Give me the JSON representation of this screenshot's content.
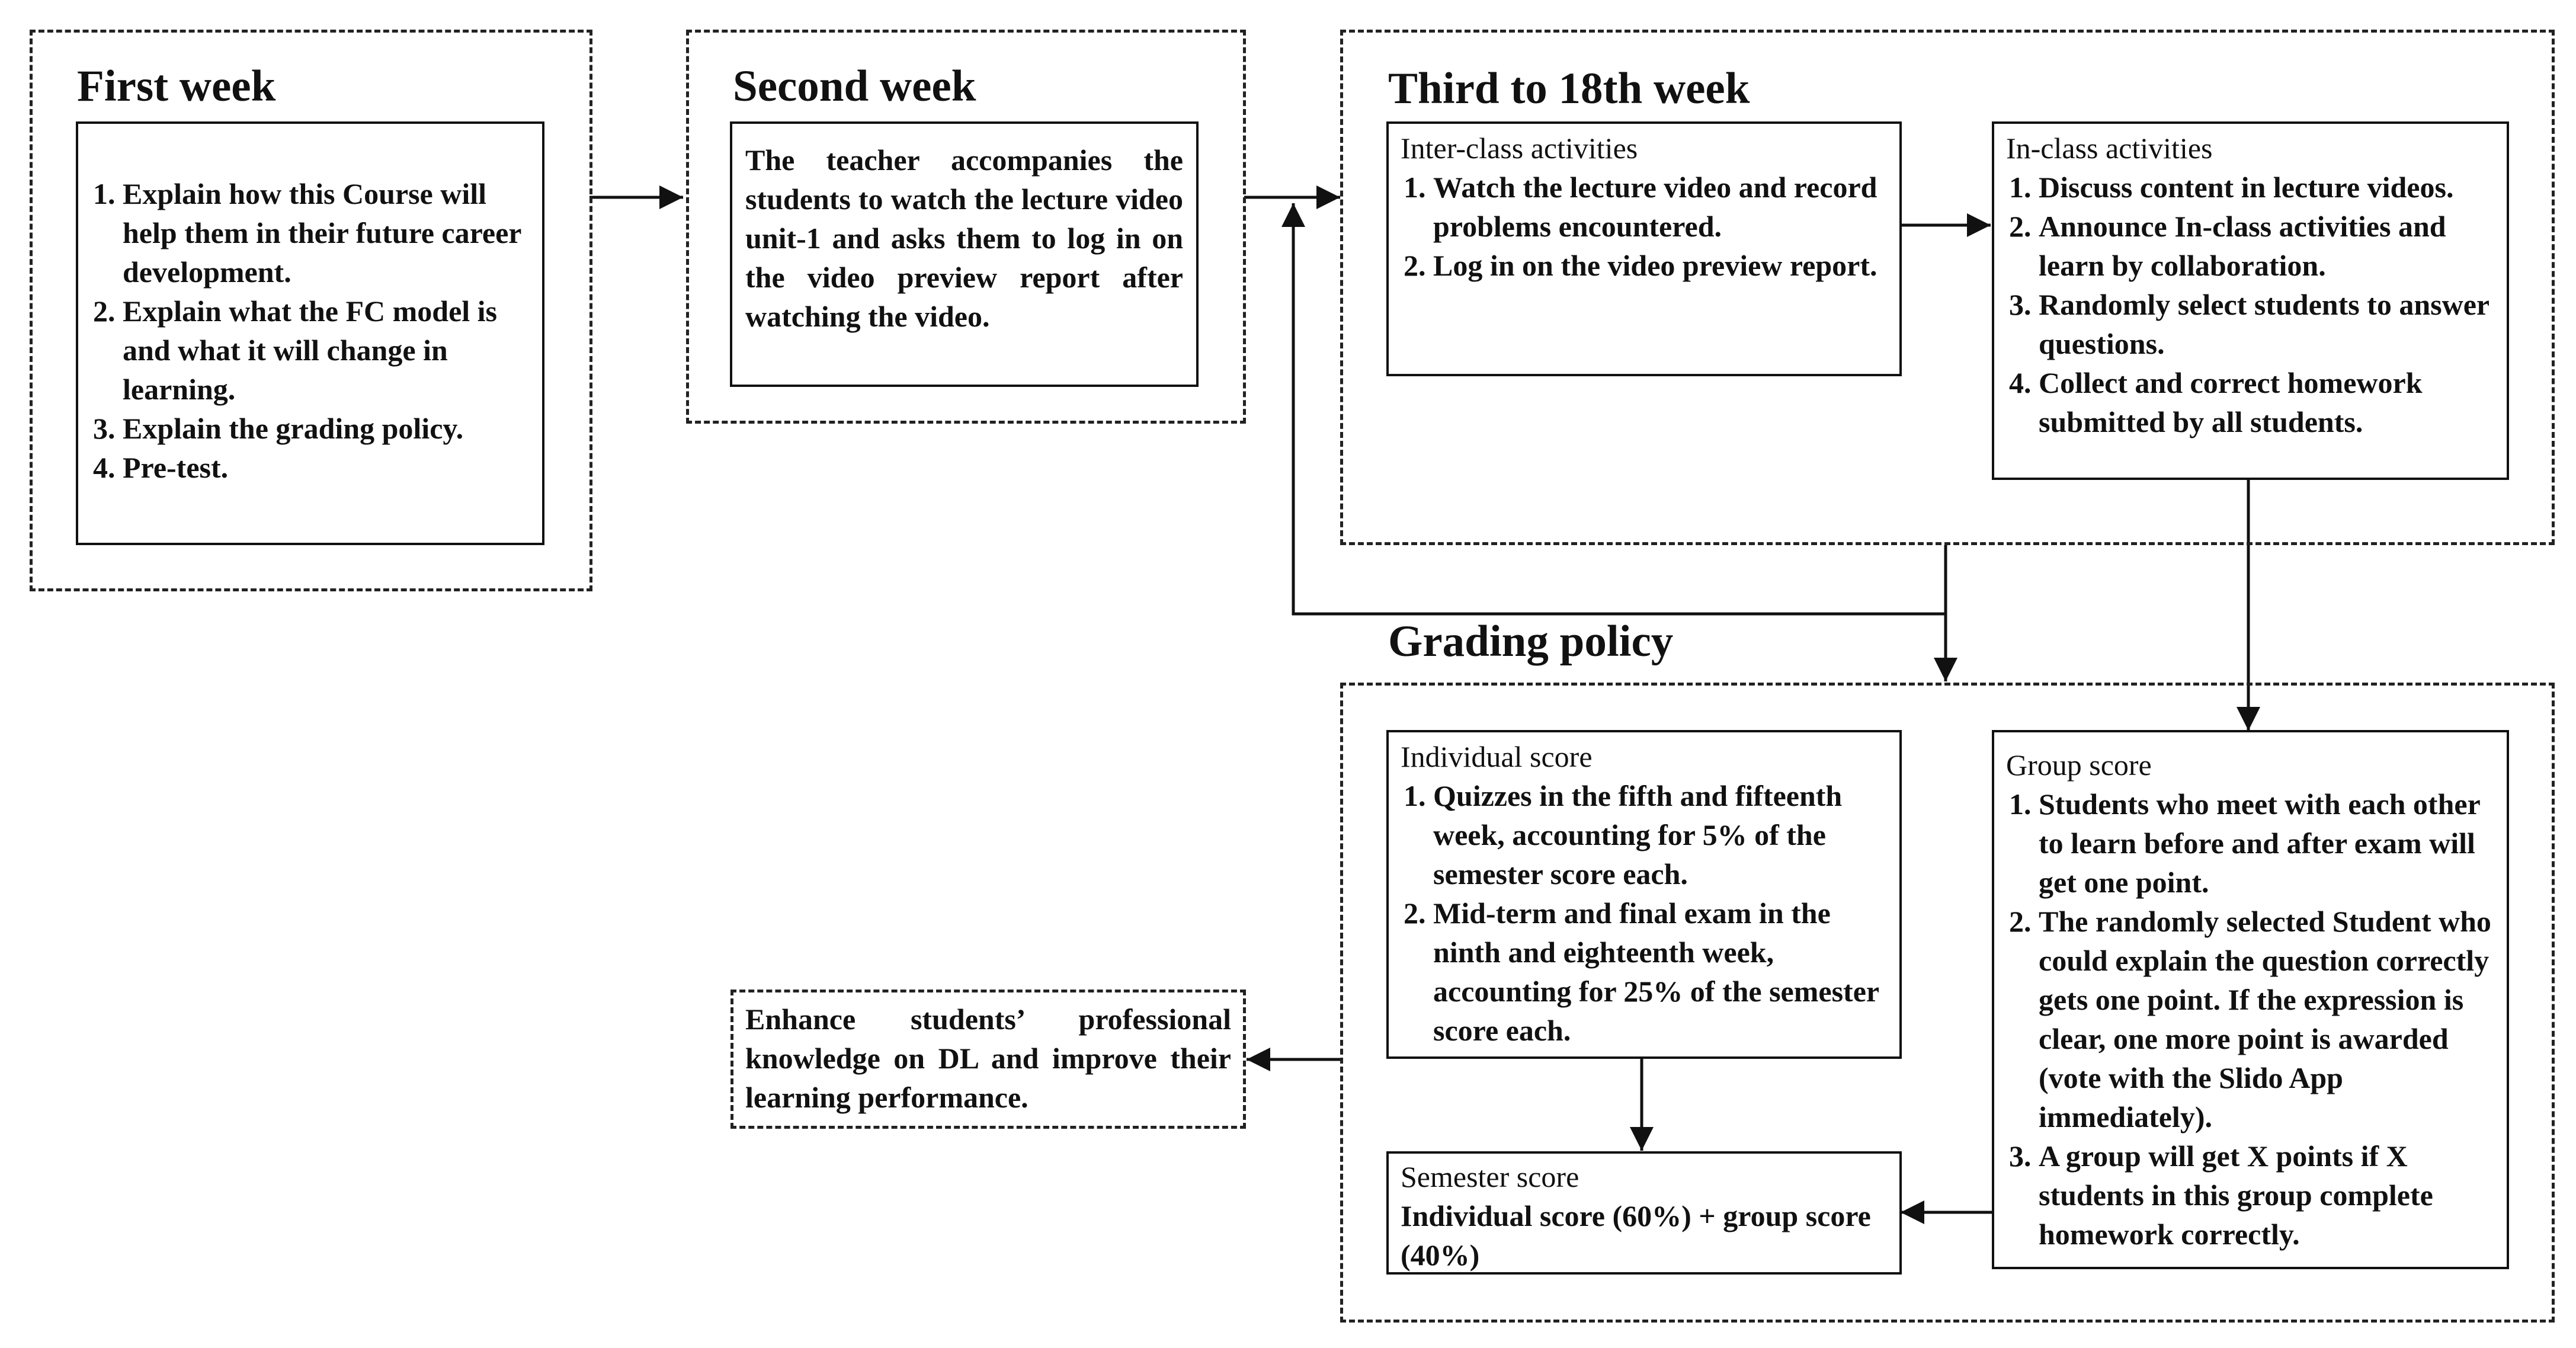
{
  "first_week": {
    "title": "First week",
    "items": [
      "Explain how this Course will help them in their future career development.",
      "Explain what the FC model is and what it will change in learning.",
      "Explain the grading policy.",
      "Pre-test."
    ]
  },
  "second_week": {
    "title": "Second week",
    "text": "The teacher accompanies the students to watch the lecture video unit-1 and asks them to log in on the video preview report after watching the video."
  },
  "third_week": {
    "title": "Third to 18th week",
    "inter_class": {
      "heading": "Inter-class activities",
      "items": [
        "Watch the lecture video and record problems encountered.",
        "Log in on the video preview report."
      ]
    },
    "in_class": {
      "heading": "In-class activities",
      "items": [
        "Discuss content in lecture videos.",
        "Announce In-class activities and learn by collaboration.",
        "Randomly select students to answer questions.",
        "Collect and correct homework submitted by all students."
      ]
    }
  },
  "grading_policy": {
    "title": "Grading policy",
    "individual": {
      "heading": "Individual score",
      "items": [
        "Quizzes in the fifth and fifteenth week, accounting for 5% of the semester score each.",
        "Mid-term and final exam in the ninth and eighteenth week, accounting for 25% of the semester score each."
      ]
    },
    "group": {
      "heading": "Group score",
      "items": [
        "Students who meet with each other to learn before and after exam will get one point.",
        "The randomly selected Student who could explain the question correctly gets one point. If the expression is clear, one more point is awarded (vote with the Slido App immediately).",
        "A group will get X points if X students in this group complete homework correctly."
      ]
    },
    "semester": {
      "heading": "Semester score",
      "text": "Individual score (60%) + group score (40%)"
    }
  },
  "outcome": {
    "text": "Enhance students’ professional knowledge on DL and improve their learning performance."
  }
}
